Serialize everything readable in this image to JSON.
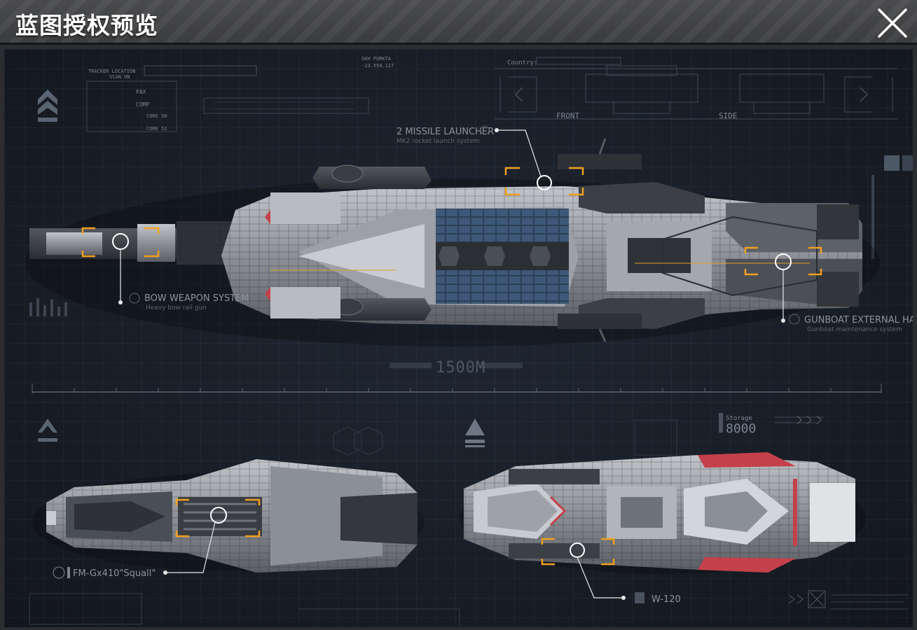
{
  "window": {
    "title": "蓝图授权预览"
  },
  "blueprint": {
    "top_panel": {
      "country_label": "Country:",
      "front_label": "FRONT",
      "side_label": "SIDE",
      "tracker_labels": [
        "TRACKER LOCATION",
        "SCAN ON"
      ],
      "core_labels": [
        "CORE 50",
        "CORE 52"
      ],
      "stat_labels": [
        "PAX",
        "COMP"
      ],
      "coords": [
        "SKH PURKTA",
        "-23.550.117"
      ]
    },
    "callouts": {
      "missile": {
        "title": "2 MISSILE LAUNCHER",
        "sub": "MK2 rocket launch system"
      },
      "bow": {
        "title": "BOW WEAPON SYSTEM",
        "sub": "Heavy bow rail gun"
      },
      "gunboat": {
        "title": "GUNBOAT EXTERNAL HANGING",
        "sub": "Gunboat maintenance system"
      },
      "squall": {
        "title": "FM-Gx410\"Squall\""
      },
      "w120": {
        "title": "W-120"
      }
    },
    "scale": {
      "label": "1500M"
    },
    "storage": {
      "label": "Storage",
      "value": "8000"
    }
  },
  "colors": {
    "accent": "#f0a020",
    "hull_light": "#a9acb0",
    "hull_dark": "#3a3d42",
    "red_trim": "#c4404a"
  }
}
